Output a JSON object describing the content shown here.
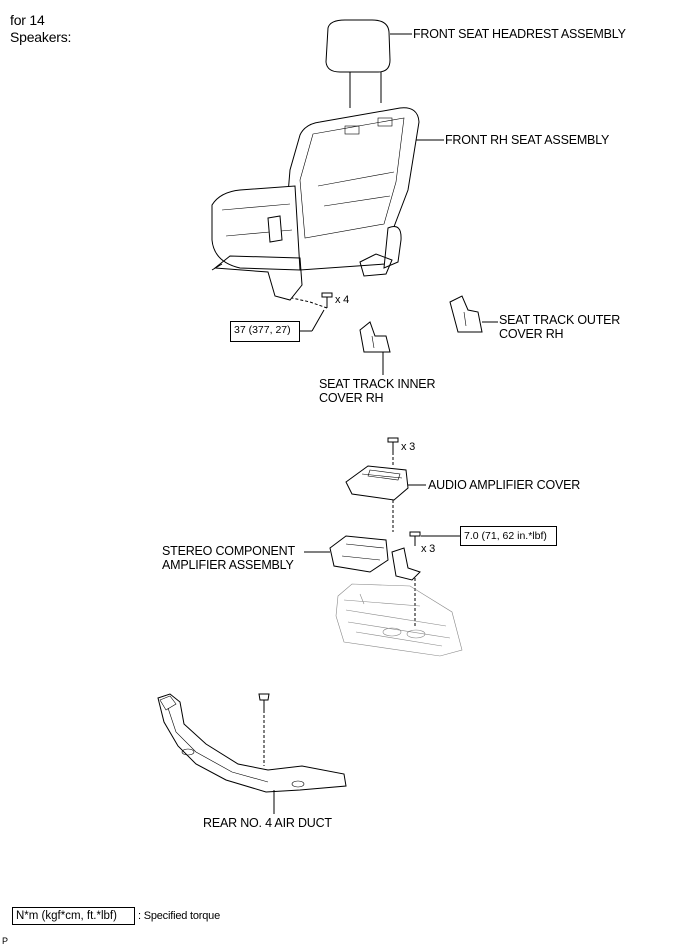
{
  "header": {
    "line1": "for 14",
    "line2": "Speakers:"
  },
  "labels": {
    "headrest": "FRONT SEAT HEADREST ASSEMBLY",
    "seat": "FRONT RH SEAT ASSEMBLY",
    "outer_cover_1": "SEAT TRACK OUTER",
    "outer_cover_2": "COVER RH",
    "inner_cover_1": "SEAT TRACK INNER",
    "inner_cover_2": "COVER RH",
    "amp_cover": "AUDIO AMPLIFIER COVER",
    "amp_1": "STEREO COMPONENT",
    "amp_2": "AMPLIFIER ASSEMBLY",
    "duct": "REAR NO. 4 AIR DUCT"
  },
  "quantities": {
    "seat_bolts": "x 4",
    "cover_screws": "x 3",
    "amp_bolts": "x 3"
  },
  "torques": {
    "seat_bolt": "37 (377, 27)",
    "amp_bolt": "7.0 (71, 62 in.*lbf)"
  },
  "legend": {
    "unit": "N*m (kgf*cm, ft.*lbf)",
    "meaning": ": Specified torque"
  },
  "footer": {
    "code": "P"
  }
}
